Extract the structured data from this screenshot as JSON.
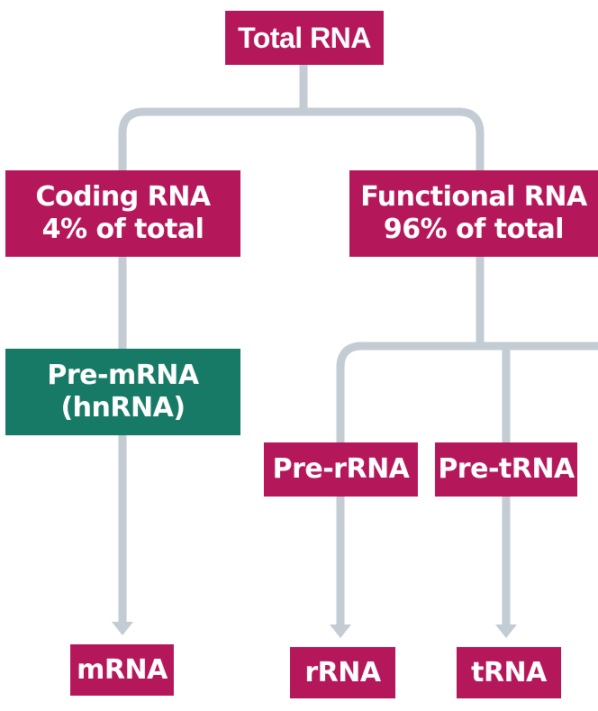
{
  "nodes": {
    "total_rna": {
      "label": "Total RNA"
    },
    "coding_rna": {
      "line1": "Coding RNA",
      "line2": "4% of total"
    },
    "functional_rna": {
      "line1": "Functional RNA",
      "line2": "96% of total"
    },
    "pre_mrna": {
      "line1": "Pre-mRNA",
      "line2": "(hnRNA)"
    },
    "pre_rrna": {
      "label": "Pre-rRNA"
    },
    "pre_trna": {
      "label": "Pre-tRNA"
    },
    "mrna": {
      "label": "mRNA"
    },
    "rrna": {
      "label": "rRNA"
    },
    "trna": {
      "label": "tRNA"
    }
  },
  "colors": {
    "node_magenta": "#b5175b",
    "node_green": "#167a66",
    "connector": "#c3cbd3",
    "text": "#ffffff"
  }
}
